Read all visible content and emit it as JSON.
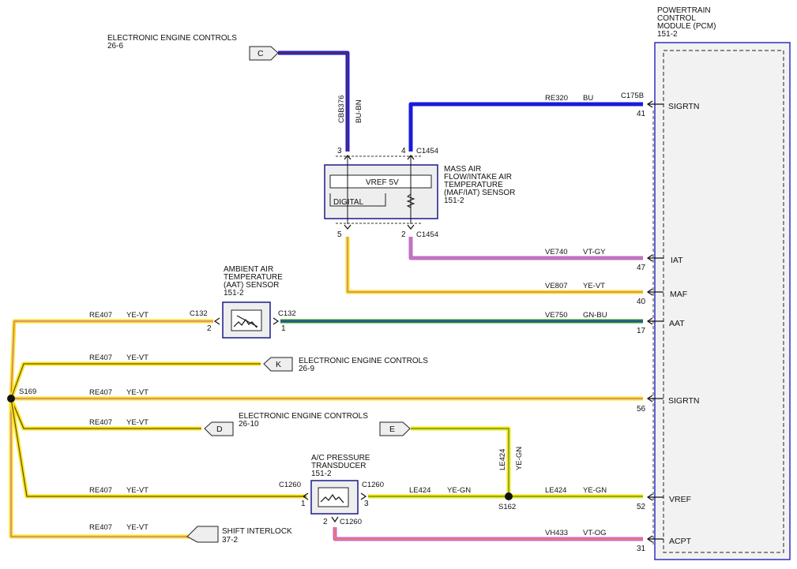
{
  "pcm": {
    "title_lines": [
      "POWERTRAIN",
      "CONTROL",
      "MODULE (PCM)",
      "151-2"
    ],
    "pins": [
      {
        "name": "SIGRTN",
        "number": "41"
      },
      {
        "name": "IAT",
        "number": "47"
      },
      {
        "name": "MAF",
        "number": "40"
      },
      {
        "name": "AAT",
        "number": "17"
      },
      {
        "name": "SIGRTN",
        "number": "56"
      },
      {
        "name": "VREF",
        "number": "52"
      },
      {
        "name": "ACPT",
        "number": "31"
      }
    ],
    "connector": "C175B"
  },
  "maf_sensor": {
    "title_lines": [
      "MASS AIR",
      "FLOW/INTAKE AIR",
      "TEMPERATURE",
      "(MAF/IAT) SENSOR",
      "151-2"
    ],
    "vref_label": "VREF 5V",
    "digital_label": "DIGITAL",
    "pin_top_left": "3",
    "pin_top_right": "4",
    "pin_bottom_left": "5",
    "pin_bottom_right": "2",
    "connector_top": "C1454",
    "connector_bottom": "C1454"
  },
  "aat_sensor": {
    "title_lines": [
      "AMBIENT AIR",
      "TEMPERATURE",
      "(AAT) SENSOR",
      "151-2"
    ],
    "connector_left": "C132",
    "connector_right": "C132",
    "pin_left": "2",
    "pin_right": "1"
  },
  "acp_sensor": {
    "title_lines": [
      "A/C PRESSURE",
      "TRANSDUCER",
      "151-2"
    ],
    "connector_left": "C1260",
    "connector_right": "C1260",
    "connector_bottom": "C1260",
    "pin_left": "1",
    "pin_right": "3",
    "pin_bottom": "2"
  },
  "references": {
    "c": {
      "letter": "C",
      "title": "ELECTRONIC ENGINE CONTROLS",
      "page": "26-6"
    },
    "k": {
      "letter": "K",
      "title": "ELECTRONIC ENGINE CONTROLS",
      "page": "26-9"
    },
    "d": {
      "letter": "D",
      "title": "ELECTRONIC ENGINE CONTROLS",
      "page": "26-10"
    },
    "e": {
      "letter": "E"
    },
    "shift": {
      "title": "SHIFT INTERLOCK",
      "page": "37-2"
    }
  },
  "splices": {
    "s169": "S169",
    "s162": "S162"
  },
  "wires": {
    "cbb376": {
      "circuit": "CBB376",
      "color": "BU-BN"
    },
    "re320": {
      "circuit": "RE320",
      "color": "BU"
    },
    "ve740": {
      "circuit": "VE740",
      "color": "VT-GY"
    },
    "ve807": {
      "circuit": "VE807",
      "color": "YE-VT"
    },
    "ve750": {
      "circuit": "VE750",
      "color": "GN-BU"
    },
    "re407_1": {
      "circuit": "RE407",
      "color": "YE-VT"
    },
    "re407_2": {
      "circuit": "RE407",
      "color": "YE-VT"
    },
    "re407_3": {
      "circuit": "RE407",
      "color": "YE-VT"
    },
    "re407_4": {
      "circuit": "RE407",
      "color": "YE-VT"
    },
    "re407_5": {
      "circuit": "RE407",
      "color": "YE-VT"
    },
    "re407_6": {
      "circuit": "RE407",
      "color": "YE-VT"
    },
    "le424_v": {
      "circuit": "LE424",
      "color": "YE-GN"
    },
    "le424_1": {
      "circuit": "LE424",
      "color": "YE-GN"
    },
    "le424_2": {
      "circuit": "LE424",
      "color": "YE-GN"
    },
    "vh433": {
      "circuit": "VH433",
      "color": "VT-OG"
    }
  },
  "colors": {
    "blue": "#1a1adb",
    "bu_bn_stripe": "#7a3b1a",
    "yellow": "#ffe01a",
    "violet_stripe": "#b050d0",
    "violet": "#cc66cc",
    "green": "#2e8b2e",
    "gn_bu_stripe": "#1a3ad0",
    "ye_gn_stripe": "#3a9a1a",
    "og_stripe": "#ff8c1a",
    "pcm_border": "#3030c0"
  }
}
